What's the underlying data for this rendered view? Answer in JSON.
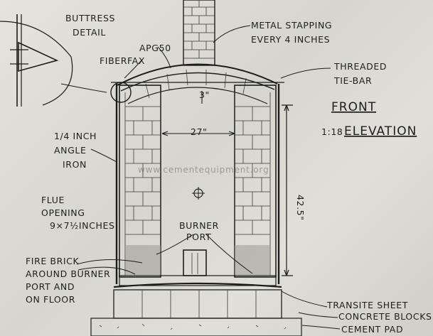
{
  "labels": {
    "buttress_1": "BUTTRESS",
    "buttress_2": "DETAIL",
    "metal_1": "METAL STAPPING",
    "metal_2": "EVERY 4 INCHES",
    "apg": "APG50",
    "fiberfax": "FIBERFAX",
    "tiebar_1": "THREADED",
    "tiebar_2": "TIE-BAR",
    "front": "FRONT",
    "scale": "1:18",
    "elevation": "ELEVATION",
    "angle_1": "1/4 INCH",
    "angle_2": "ANGLE",
    "angle_3": "IRON",
    "flue_1": "FLUE",
    "flue_2": "OPENING",
    "flue_3": "9×7½INCHES",
    "burner_1": "BURNER",
    "burner_2": "PORT",
    "firebrick_1": "FIRE BRICK",
    "firebrick_2": "AROUND BURNER",
    "firebrick_3": "PORT AND",
    "firebrick_4": "ON FLOOR",
    "transite": "TRANSITE SHEET",
    "concrete": "CONCRETE BLOCKS",
    "cement": "CEMENT PAD"
  },
  "dimensions": {
    "arch_thickness": "3\"",
    "inner_width": "27\"",
    "height": "42.5\""
  },
  "watermark": "www.cementequipment.org"
}
